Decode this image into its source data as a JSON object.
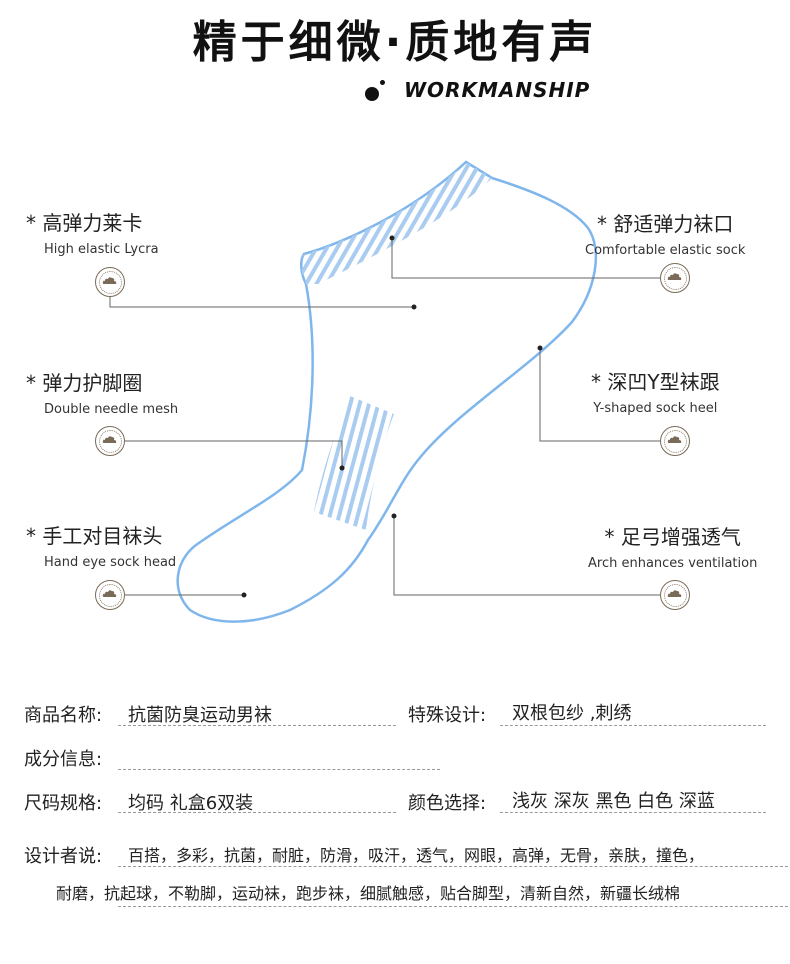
{
  "header": {
    "title": "精于细微·质地有声",
    "subtitle": "WORKMANSHIP"
  },
  "features": [
    {
      "cn": "* 高弹力莱卡",
      "en": "High elastic Lycra"
    },
    {
      "cn": "* 弹力护脚圈",
      "en": "Double needle mesh"
    },
    {
      "cn": "* 手工对目袜头",
      "en": "Hand eye sock head"
    },
    {
      "cn": "* 舒适弹力袜口",
      "en": "Comfortable elastic sock"
    },
    {
      "cn": "* 深凹Y型袜跟",
      "en": "Y-shaped sock heel"
    },
    {
      "cn": "* 足弓增强透气",
      "en": "Arch enhances ventilation"
    }
  ],
  "specs": {
    "product_name_label": "商品名称:",
    "product_name_value": "抗菌防臭运动男袜",
    "special_design_label": "特殊设计:",
    "special_design_value": "双根包纱 ,刺绣",
    "composition_label": "成分信息:",
    "composition_value": "",
    "size_label": "尺码规格:",
    "size_value": "均码 礼盒6双装",
    "color_label": "颜色选择:",
    "color_value": "浅灰 深灰 黑色 白色 深蓝",
    "designer_label": "设计者说:",
    "designer_line1": "百搭，多彩，抗菌，耐脏，防滑，吸汗，透气，网眼，高弹，无骨，亲肤，撞色，",
    "designer_line2": "耐磨，抗起球，不勒脚，运动袜，跑步袜，细腻触感，贴合脚型，清新自然，新疆长绒棉"
  },
  "colors": {
    "sock_outline": "#7fb6ec",
    "stripe": "#a9ccf0",
    "badge": "#7a6a58",
    "leader": "#666666"
  }
}
